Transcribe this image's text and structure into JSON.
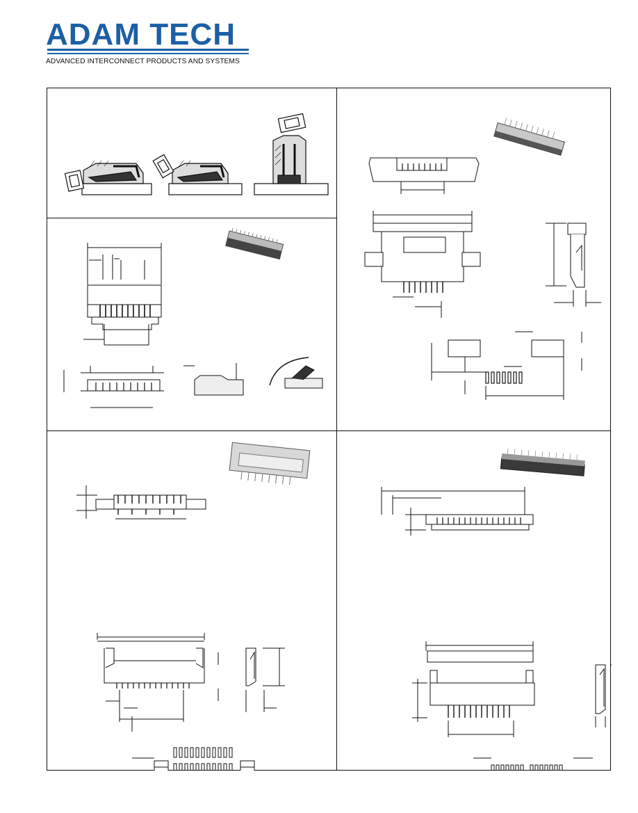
{
  "header": {
    "brand": "ADAM TECH",
    "tagline": "ADVANCED INTERCONNECT PRODUCTS AND SYSTEMS",
    "brand_color": "#1d5fa6"
  },
  "panels": [
    {
      "name": "actuation-sequence"
    },
    {
      "name": "connector-style-a"
    },
    {
      "name": "connector-style-b"
    },
    {
      "name": "connector-style-c"
    },
    {
      "name": "connector-style-d"
    }
  ]
}
